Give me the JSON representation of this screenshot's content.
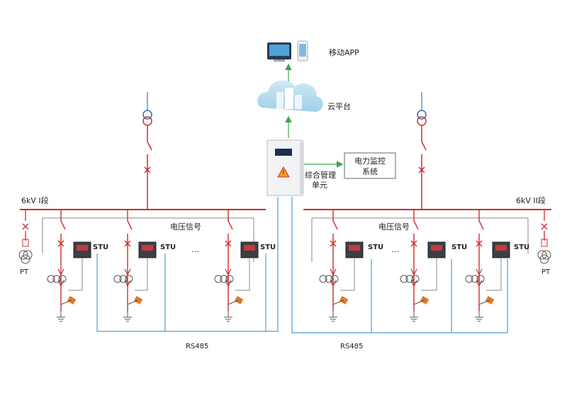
{
  "labels": {
    "mobile_app": "移动APP",
    "cloud": "云平台",
    "power_monitor_line1": "电力监控",
    "power_monitor_line2": "系统",
    "mgmt_unit_line1": "综合管理",
    "mgmt_unit_line2": "单元",
    "bus_left": "6kV I段",
    "bus_right": "6kV II段",
    "voltage_signal": "电压信号",
    "stu": "STU",
    "pt": "PT",
    "rs485": "RS485",
    "ellipsis": "…"
  },
  "colors": {
    "busbar": "#d22b2b",
    "comm_line": "#4a9fd8",
    "signal_line": "#888888",
    "arrow": "#3aa84a",
    "breaker": "#e07a2a"
  }
}
